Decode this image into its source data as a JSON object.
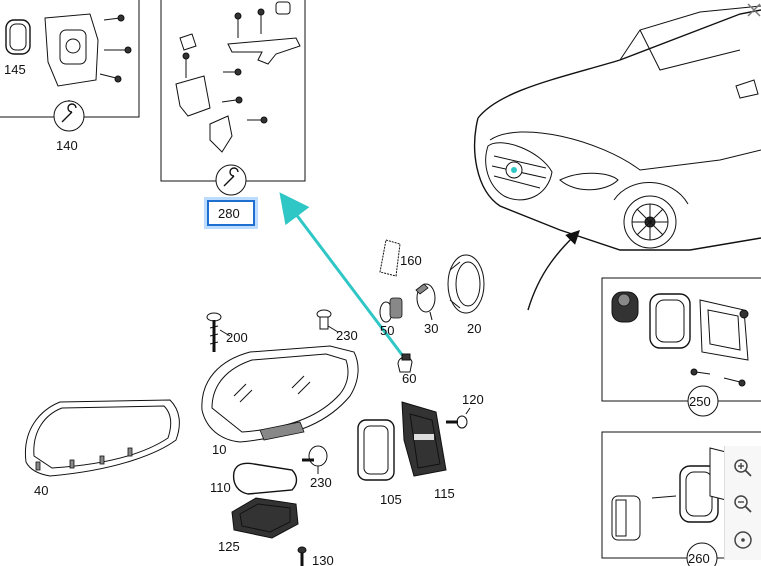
{
  "diagram": {
    "callouts": {
      "p10": "10",
      "p20": "20",
      "p30": "30",
      "p40": "40",
      "p50": "50",
      "p60": "60",
      "p105": "105",
      "p110": "110",
      "p115": "115",
      "p120": "120",
      "p125": "125",
      "p130": "130",
      "p140": "140",
      "p145": "145",
      "p160": "160",
      "p200": "200",
      "p230a": "230",
      "p230b": "230",
      "p250": "250",
      "p260": "260",
      "p280": "280"
    },
    "highlighted_callout": "280",
    "colors": {
      "highlight_border": "#1e6fd0",
      "arrow": "#2fc6c6",
      "line": "#111111"
    }
  },
  "toolbar": {
    "zoom_in_icon": "zoom-in-icon",
    "zoom_out_icon": "zoom-out-icon",
    "reset_icon": "target-icon"
  }
}
